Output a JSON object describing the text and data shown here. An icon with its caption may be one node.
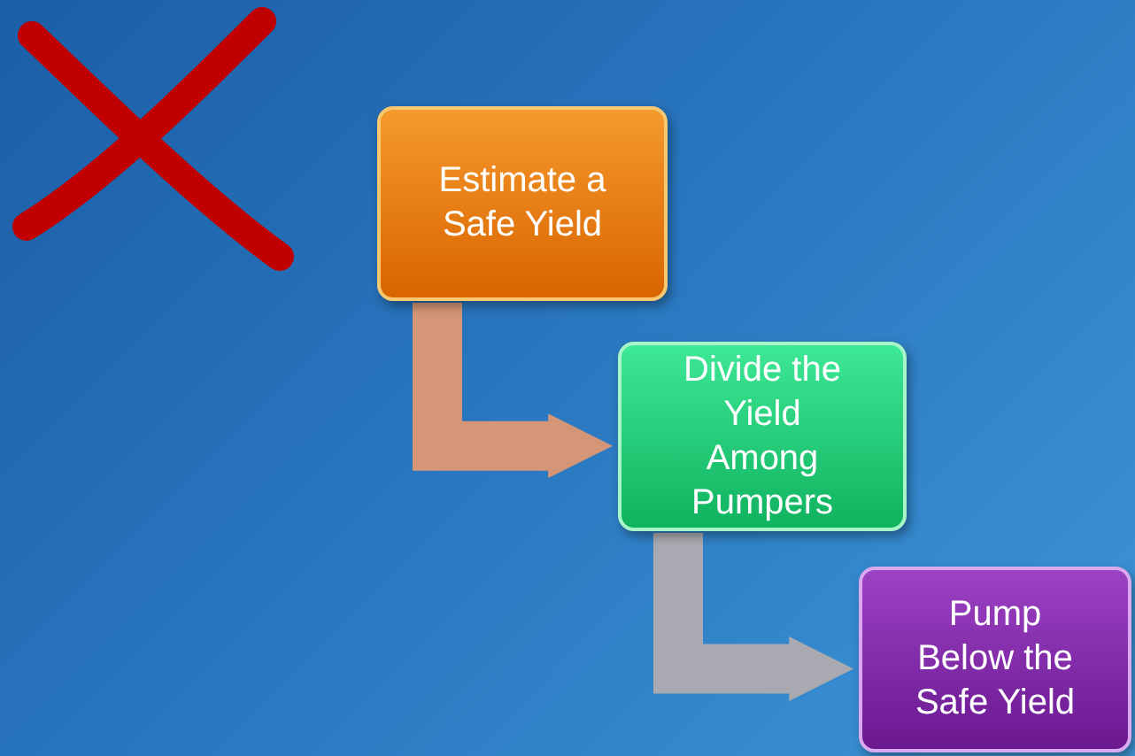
{
  "diagram": {
    "nodes": [
      {
        "text": [
          "Estimate a Safe Yield"
        ]
      },
      {
        "text": [
          "Divide the Yield Among Pumpers"
        ]
      },
      {
        "text": [
          "Pump Below the Safe Yield"
        ]
      }
    ],
    "edges": [
      {
        "from": 0,
        "to": 1,
        "arrow": "to",
        "color": "#d49677"
      },
      {
        "from": 1,
        "to": 2,
        "arrow": "to",
        "color": "#a9a9b1"
      }
    ]
  }
}
